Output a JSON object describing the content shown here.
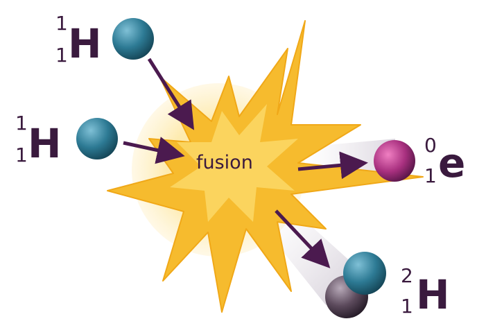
{
  "diagram": {
    "center_label": "fusion",
    "reactants": [
      {
        "symbol": "H",
        "mass_number": "1",
        "atomic_number": "1"
      },
      {
        "symbol": "H",
        "mass_number": "1",
        "atomic_number": "1"
      }
    ],
    "products": [
      {
        "symbol": "e",
        "mass_number": "0",
        "atomic_number": "1"
      },
      {
        "symbol": "H",
        "mass_number": "2",
        "atomic_number": "1"
      }
    ],
    "colors": {
      "proton": "#2d7a94",
      "neutron": "#5c4a5c",
      "positron": "#b23a8e",
      "arrow": "#4b1a4f",
      "burst": "#f5b82e",
      "glow": "#fde7a0",
      "text": "#3a1a3e"
    }
  }
}
